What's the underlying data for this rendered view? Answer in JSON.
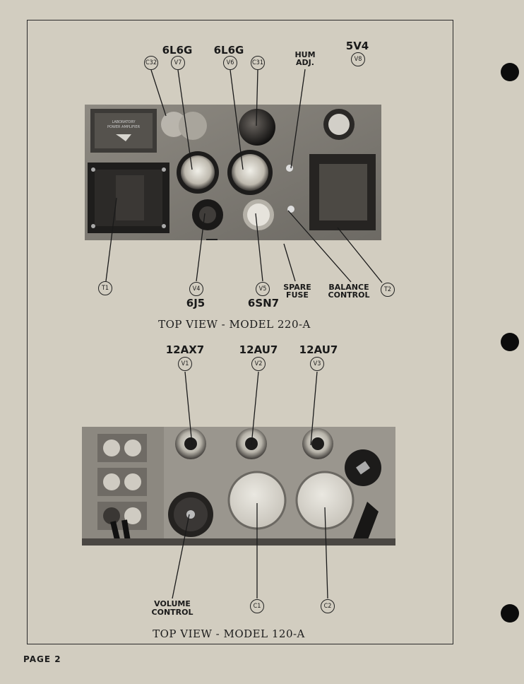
{
  "page": {
    "number": "PAGE 2"
  },
  "figure_220a": {
    "caption": "TOP VIEW - MODEL 220-A",
    "top_labels": {
      "v7_tube": "6L6G",
      "v6_tube": "6L6G",
      "hum_adj_1": "HUM",
      "hum_adj_2": "ADJ.",
      "v8_tube": "5V4"
    },
    "bottom_labels": {
      "v4_tube": "6J5",
      "v5_tube": "6SN7",
      "spare_fuse_1": "SPARE",
      "spare_fuse_2": "FUSE",
      "balance_1": "BALANCE",
      "balance_2": "CONTROL"
    },
    "bubbles": {
      "c32": "C32",
      "v7": "V7",
      "v6": "V6",
      "c31": "C31",
      "v8": "V8",
      "t1": "T1",
      "v4": "V4",
      "v5": "V5",
      "t2": "T2"
    }
  },
  "figure_120a": {
    "caption": "TOP VIEW - MODEL 120-A",
    "top_labels": {
      "v1_tube": "12AX7",
      "v2_tube": "12AU7",
      "v3_tube": "12AU7"
    },
    "bottom_labels": {
      "volume_1": "VOLUME",
      "volume_2": "CONTROL"
    },
    "bubbles": {
      "v1": "V1",
      "v2": "V2",
      "v3": "V3",
      "c1": "C1",
      "c2": "C2"
    }
  }
}
